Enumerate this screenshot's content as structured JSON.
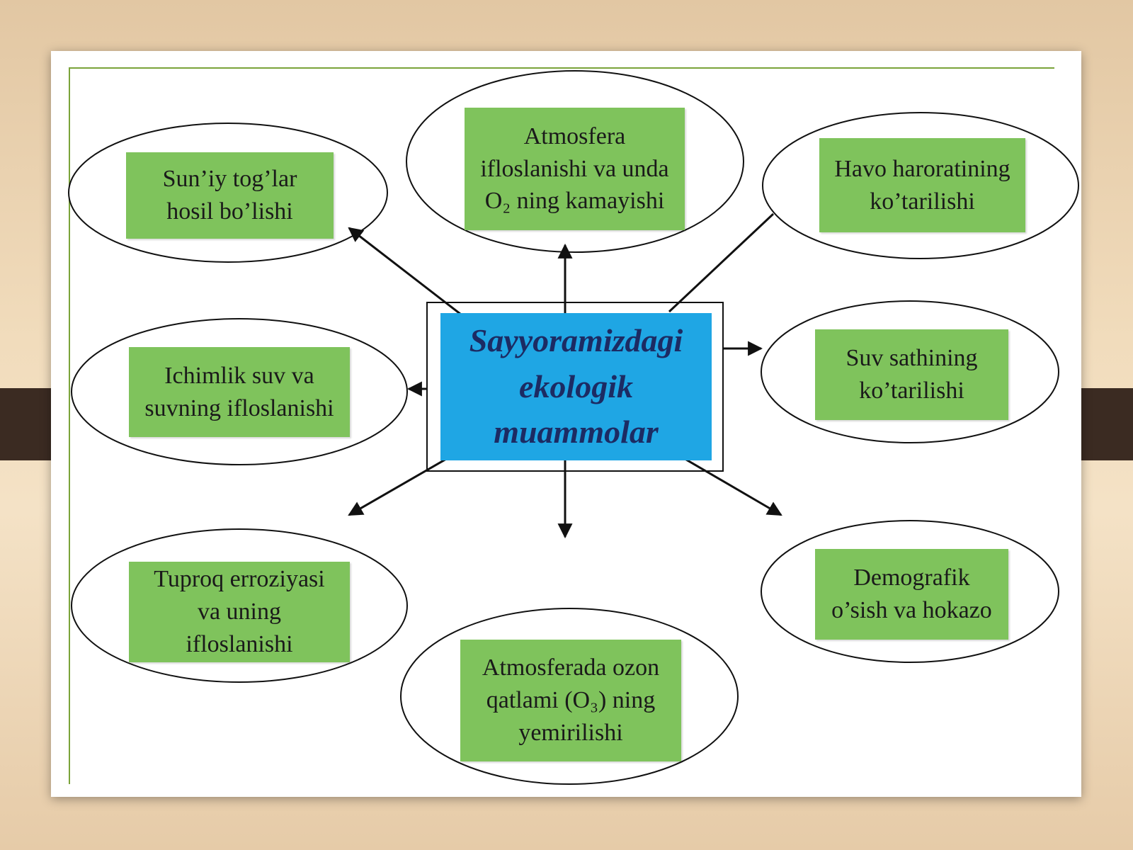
{
  "diagram": {
    "center": {
      "lines": [
        "Sayyoramizdagi",
        "ekologik",
        "muammolar"
      ]
    },
    "nodes": [
      {
        "id": "suniy-toglar",
        "lines": [
          "Sun’iy  tog’lar",
          "hosil  bo’lishi"
        ]
      },
      {
        "id": "atmosfera-ifloslanishi",
        "lines": [
          "Atmosfera",
          "ifloslanishi  va unda",
          "O₂ ning kamayishi"
        ]
      },
      {
        "id": "havo-harorati",
        "lines": [
          "Havo  haroratining",
          "ko’tarilishi"
        ]
      },
      {
        "id": "ichimlik-suv",
        "lines": [
          "Ichimlik  suv va",
          "suvning  ifloslanishi"
        ]
      },
      {
        "id": "suv-sathi",
        "lines": [
          "Suv sathining",
          "ko’tarilishi"
        ]
      },
      {
        "id": "tuproq-erroziyasi",
        "lines": [
          "Tuproq  erroziyasi",
          "va uning",
          "ifloslanishi"
        ]
      },
      {
        "id": "ozon-qatlami",
        "lines": [
          "Atmosferada  ozon",
          "qatlami  (O₃) ning",
          "yemirilishi"
        ]
      },
      {
        "id": "demografik",
        "lines": [
          "Demografik",
          "o’sish  va hokazo"
        ]
      }
    ],
    "colors": {
      "node_fill": "#7fc35c",
      "center_fill": "#1fa6e4",
      "center_text": "#1c2b63",
      "frame_line": "#7aa33a"
    }
  }
}
